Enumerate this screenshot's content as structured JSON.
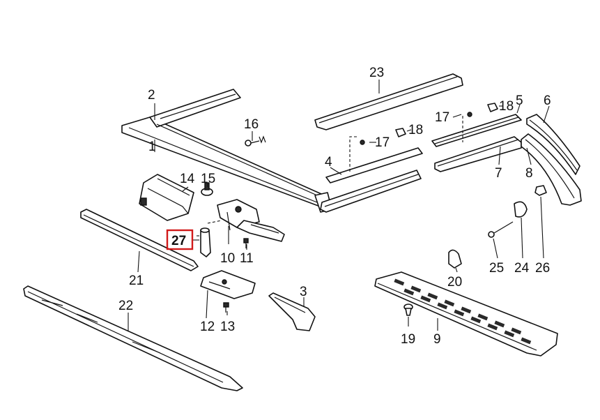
{
  "diagram": {
    "highlight_color": "#d11a1a",
    "highlighted_label": "27",
    "labels": {
      "l1": "1",
      "l2": "2",
      "l3": "3",
      "l4": "4",
      "l5": "5",
      "l6": "6",
      "l7": "7",
      "l8": "8",
      "l9": "9",
      "l10": "10",
      "l11": "11",
      "l12": "12",
      "l13": "13",
      "l14": "14",
      "l15": "15",
      "l16": "16",
      "l17a": "17",
      "l17b": "17",
      "l18a": "18",
      "l18b": "18",
      "l19": "19",
      "l20": "20",
      "l21": "21",
      "l22": "22",
      "l23": "23",
      "l24": "24",
      "l25": "25",
      "l26": "26",
      "l27": "27"
    }
  }
}
